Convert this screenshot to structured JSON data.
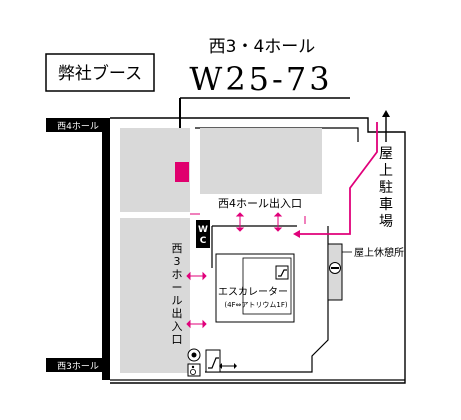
{
  "header": {
    "booth_label": "弊社ブース",
    "hall_name": "西3・4ホール",
    "booth_number": "W25-73"
  },
  "halls": {
    "west4": "西4ホール",
    "west3": "西3ホール"
  },
  "entrances": {
    "west4_entrance": "西4ホール出入口",
    "west3_entrance_chars": [
      "西",
      "3",
      "ホ",
      "ー",
      "ル",
      "出",
      "入",
      "口"
    ]
  },
  "facilities": {
    "wc_chars": [
      "W",
      "C"
    ],
    "escalator": "エスカレーター",
    "escalator_sub": "(4F⇔アトリウム1F)",
    "rooftop_rest": "屋上休憩所",
    "rooftop_parking_chars": [
      "屋",
      "上",
      "駐",
      "車",
      "場"
    ]
  },
  "colors": {
    "booth": "#e0006e",
    "route": "#e0007a",
    "hall_fill": "#d9d9d9",
    "black": "#000000"
  },
  "icons": [
    "arrow-down-icon",
    "arrow-up-icon",
    "wheelchair-icon",
    "smoking-icon",
    "elevator-icon",
    "restroom-icon",
    "double-arrow-icon"
  ]
}
